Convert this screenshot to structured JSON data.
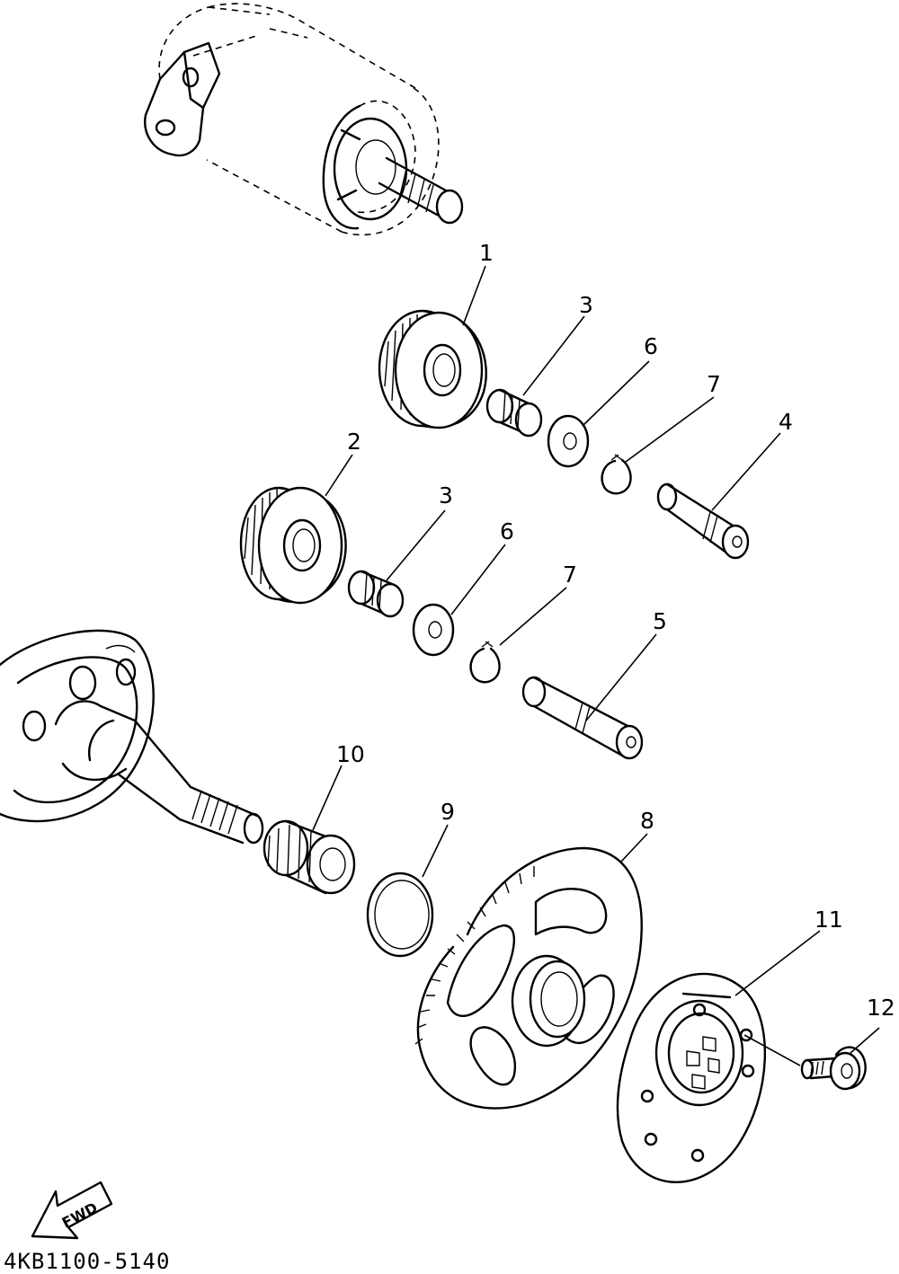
{
  "diagram_code": "4KB1100-5140",
  "direction_arrow": {
    "label": "FWD",
    "icon": "fwd-arrow-icon"
  },
  "callouts": [
    {
      "id": "callout-1",
      "label": "1"
    },
    {
      "id": "callout-3a",
      "label": "3"
    },
    {
      "id": "callout-6a",
      "label": "6"
    },
    {
      "id": "callout-7a",
      "label": "7"
    },
    {
      "id": "callout-4",
      "label": "4"
    },
    {
      "id": "callout-2",
      "label": "2"
    },
    {
      "id": "callout-3b",
      "label": "3"
    },
    {
      "id": "callout-6b",
      "label": "6"
    },
    {
      "id": "callout-7b",
      "label": "7"
    },
    {
      "id": "callout-5",
      "label": "5"
    },
    {
      "id": "callout-10",
      "label": "10"
    },
    {
      "id": "callout-9",
      "label": "9"
    },
    {
      "id": "callout-8",
      "label": "8"
    },
    {
      "id": "callout-11",
      "label": "11"
    },
    {
      "id": "callout-12",
      "label": "12"
    }
  ]
}
